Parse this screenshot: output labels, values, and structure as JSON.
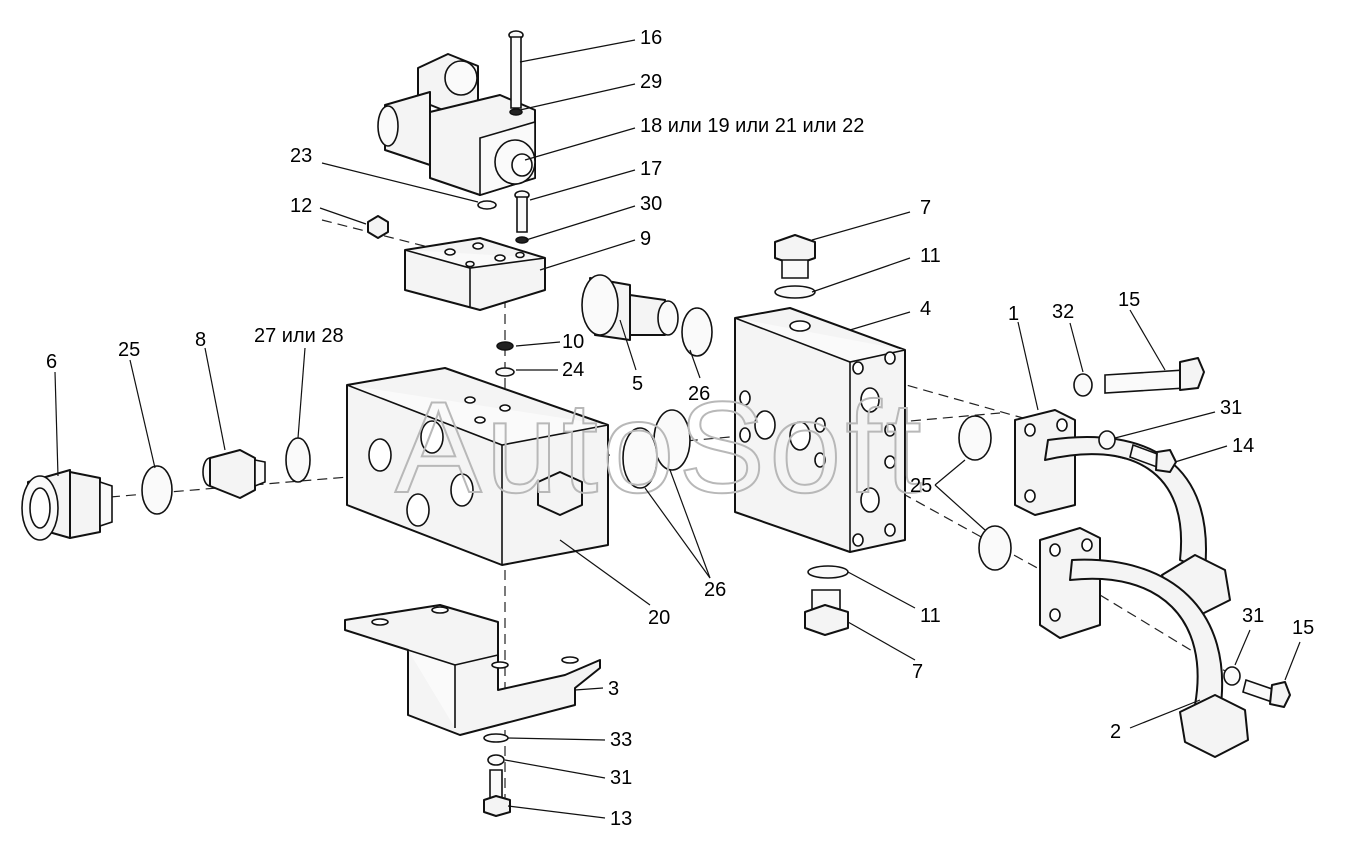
{
  "watermark": "AutoSoft",
  "callouts": {
    "c16": "16",
    "c29": "29",
    "c18": "18 или 19 или 21 или 22",
    "c17": "17",
    "c23": "23",
    "c30": "30",
    "c12": "12",
    "c9": "9",
    "c7a": "7",
    "c11a": "11",
    "c4": "4",
    "c1": "1",
    "c32": "32",
    "c15a": "15",
    "c10": "10",
    "c24": "24",
    "c5": "5",
    "c26a": "26",
    "c27": "27 или 28",
    "c8": "8",
    "c25a": "25",
    "c6": "6",
    "c31a": "31",
    "c14": "14",
    "c25b": "25",
    "c26b": "26",
    "c20": "20",
    "c11b": "11",
    "c7b": "7",
    "c31b": "31",
    "c15b": "15",
    "c3": "3",
    "c2": "2",
    "c33": "33",
    "c31c": "31",
    "c13": "13"
  }
}
